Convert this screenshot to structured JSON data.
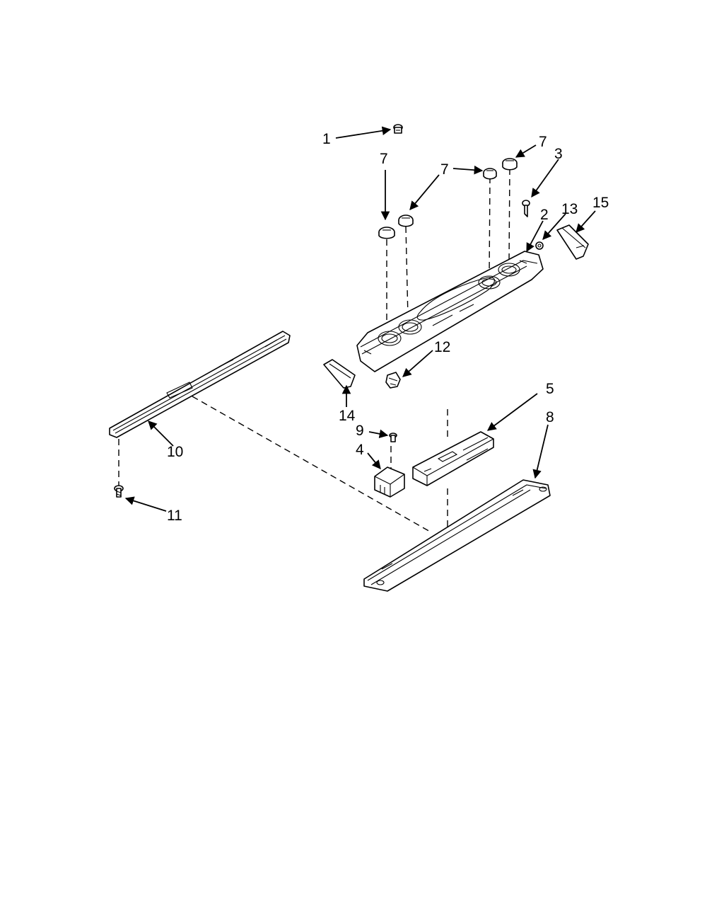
{
  "diagram": {
    "callouts": [
      {
        "id": "1",
        "text": "1"
      },
      {
        "id": "2",
        "text": "2"
      },
      {
        "id": "3",
        "text": "3"
      },
      {
        "id": "4",
        "text": "4"
      },
      {
        "id": "5",
        "text": "5"
      },
      {
        "id": "7a",
        "text": "7"
      },
      {
        "id": "7b",
        "text": "7"
      },
      {
        "id": "7c",
        "text": "7"
      },
      {
        "id": "7d",
        "text": "7"
      },
      {
        "id": "8",
        "text": "8"
      },
      {
        "id": "9",
        "text": "9"
      },
      {
        "id": "10",
        "text": "10"
      },
      {
        "id": "11",
        "text": "11"
      },
      {
        "id": "12",
        "text": "12"
      },
      {
        "id": "13",
        "text": "13"
      },
      {
        "id": "14",
        "text": "14"
      },
      {
        "id": "15",
        "text": "15"
      }
    ]
  }
}
